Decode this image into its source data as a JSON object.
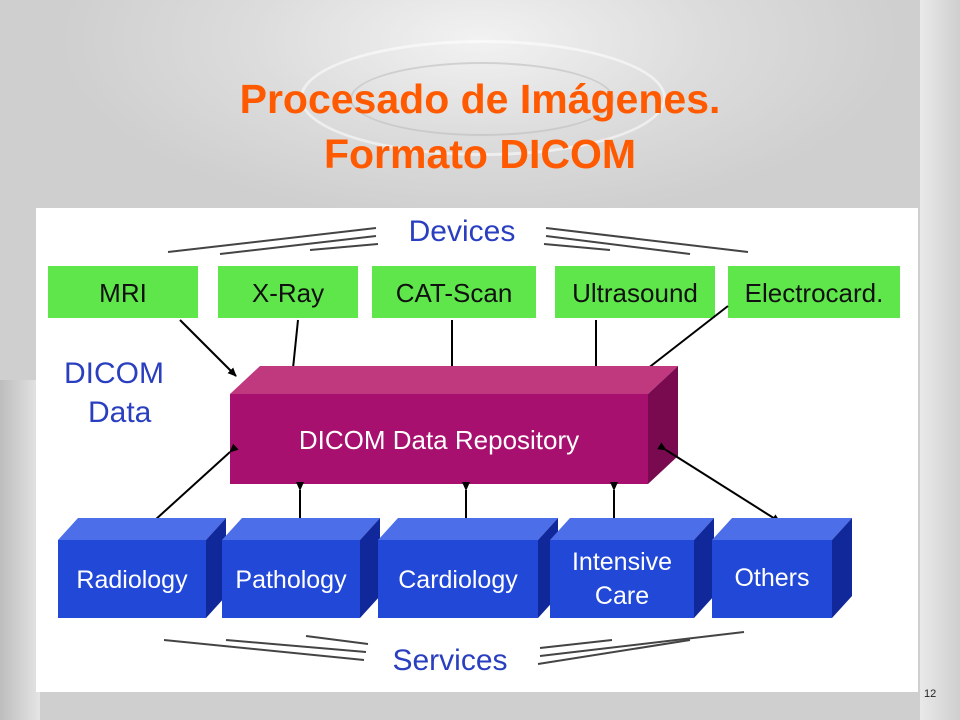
{
  "slide": {
    "title_line1": "Procesado de Imágenes.",
    "title_line2": "Formato DICOM",
    "page_number": "12"
  },
  "diagram": {
    "devices_label": "Devices",
    "services_label": "Services",
    "dicom_data_label_line1": "DICOM",
    "dicom_data_label_line2": "Data",
    "repository_label": "DICOM Data Repository",
    "devices": [
      "MRI",
      "X-Ray",
      "CAT-Scan",
      "Ultrasound",
      "Electrocard."
    ],
    "services": [
      {
        "line1": "Radiology",
        "line2": ""
      },
      {
        "line1": "Pathology",
        "line2": ""
      },
      {
        "line1": "Cardiology",
        "line2": ""
      },
      {
        "line1": "Intensive",
        "line2": "Care"
      },
      {
        "line1": "Others",
        "line2": ""
      }
    ],
    "colors": {
      "device_fill": "#5ee64a",
      "repository_front": "#a8106f",
      "repository_top": "#c0397f",
      "repository_side": "#7a0a50",
      "service_front": "#2248d8",
      "service_top": "#4c6ee8",
      "service_side": "#10289a",
      "label_blue": "#2a3fbf",
      "title_orange": "#ff5a00"
    }
  }
}
